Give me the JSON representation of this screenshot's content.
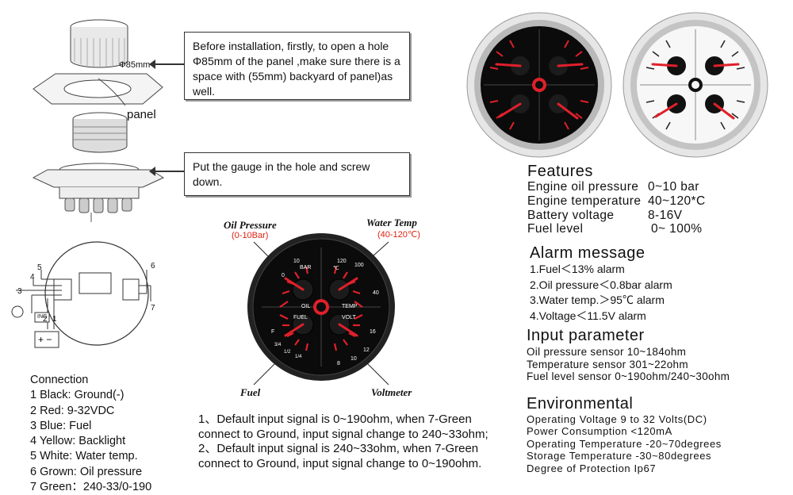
{
  "install": {
    "diameter_label": "Φ85mm",
    "panel_label": "panel",
    "step1": "Before installation, firstly, to open a hole Φ85mm of the panel ,make sure there is a space with (55mm) backyard of panel)as well.",
    "step2": "Put the gauge in the hole and screw down."
  },
  "wiring": {
    "pins": [
      "1",
      "2",
      "3",
      "4",
      "5",
      "6",
      "7"
    ],
    "ing_label": "ING"
  },
  "connection": {
    "title": "Connection",
    "lines": [
      "1 Black: Ground(-)",
      "2 Red: 9-32VDC",
      "3 Blue: Fuel",
      "4 Yellow: Backlight",
      "5 White: Water temp.",
      "6 Grown:  Oil pressure",
      "7 Green：240-33/0-190"
    ]
  },
  "gauge_callouts": {
    "oil_title": "Oil Pressure",
    "oil_range": "(0-10Bar)",
    "water_title": "Water Temp",
    "water_range": "(40-120℃)",
    "fuel_title": "Fuel",
    "volt_title": "Voltmeter"
  },
  "dial": {
    "oil": {
      "unit": "BAR",
      "ticks": [
        "0",
        "10"
      ],
      "label": "OIL"
    },
    "temp": {
      "unit": "℃",
      "ticks": [
        "120",
        "100",
        "40"
      ],
      "label": "TEMP"
    },
    "fuel": {
      "label": "FUEL",
      "ticks": [
        "F",
        "3/4",
        "1/2",
        "1/4"
      ]
    },
    "volt": {
      "label": "VOLT",
      "ticks": [
        "16",
        "12",
        "10",
        "8"
      ]
    }
  },
  "notes": {
    "line1a": "1、Default  input signal is 0~190ohm, when 7-Green",
    "line1b": "connect to Ground,  input signal change to 240~33ohm;",
    "line2a": "2、Default  input signal is 240~33ohm, when 7-Green",
    "line2b": "connect to Ground, input signal change to 0~190ohm."
  },
  "features": {
    "title": "Features",
    "rows": [
      {
        "name": "Engine oil pressure",
        "value": "0~10 bar"
      },
      {
        "name": "Engine temperature",
        "value": "40~120*C"
      },
      {
        "name": "Battery voltage",
        "value": "8-16V"
      },
      {
        "name": "Fuel level",
        "value": "0~ 100%"
      }
    ]
  },
  "alarm": {
    "title": "Alarm  message",
    "rows": [
      "1.Fuel＜13% alarm",
      "2.Oil pressure＜0.8bar alarm",
      "3.Water temp.＞95℃ alarm",
      "4.Voltage＜11.5V alarm"
    ]
  },
  "input": {
    "title": "Input parameter",
    "rows": [
      "Oil pressure sensor   10~184ohm",
      "Temperature sensor   301~22ohm",
      "Fuel level sensor  0~190ohm/240~30ohm"
    ]
  },
  "environmental": {
    "title": "Environmental",
    "rows": [
      "Operating Voltage    9 to 32 Volts(DC)",
      "Power Consumption  <120mA",
      "Operating Temperature -20~70degrees",
      "Storage Temperature -30~80degrees",
      "Degree of Protection    Ip67"
    ]
  },
  "colors": {
    "accent_red": "#e0202a",
    "dial_black": "#0b0b0b",
    "bezel_silver": "#c9c9c9"
  }
}
